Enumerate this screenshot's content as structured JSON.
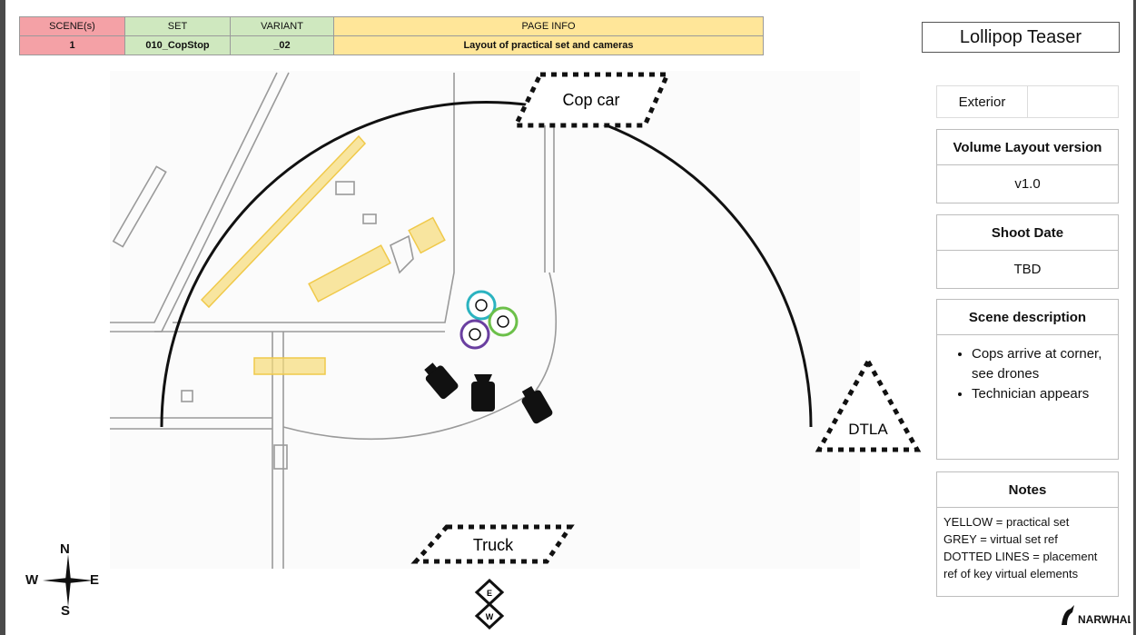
{
  "header": {
    "scene_label": "SCENE(s)",
    "scene_value": "1",
    "set_label": "SET",
    "set_value": "010_CopStop",
    "variant_label": "VARIANT",
    "variant_value": "_02",
    "page_info_label": "PAGE INFO",
    "page_info_value": "Layout of practical set and cameras"
  },
  "title": "Lollipop Teaser",
  "location": "Exterior",
  "volume_layout": {
    "heading": "Volume Layout version",
    "value": "v1.0"
  },
  "shoot_date": {
    "heading": "Shoot Date",
    "value": "TBD"
  },
  "scene_description": {
    "heading": "Scene description",
    "items": [
      "Cops arrive at corner, see drones",
      "Technician appears"
    ]
  },
  "notes": {
    "heading": "Notes",
    "lines": [
      "YELLOW = practical set",
      "GREY = virtual set ref",
      "DOTTED LINES = placement ref of key virtual elements"
    ]
  },
  "diagram": {
    "placements": [
      "Cop car",
      "DTLA",
      "Truck"
    ],
    "colors": {
      "practical_set": "#f7dc78",
      "virtual_set": "#9a9a9a",
      "placement_ref": "#111111",
      "actor_teal": "#2bb3c0",
      "actor_green": "#6cc04a",
      "actor_purple": "#6a3fa0"
    }
  },
  "compass": {
    "n": "N",
    "s": "S",
    "e": "E",
    "w": "W"
  },
  "orientation_arrows": {
    "top": "E",
    "bottom": "W"
  },
  "logo_text": "NARWHAL"
}
